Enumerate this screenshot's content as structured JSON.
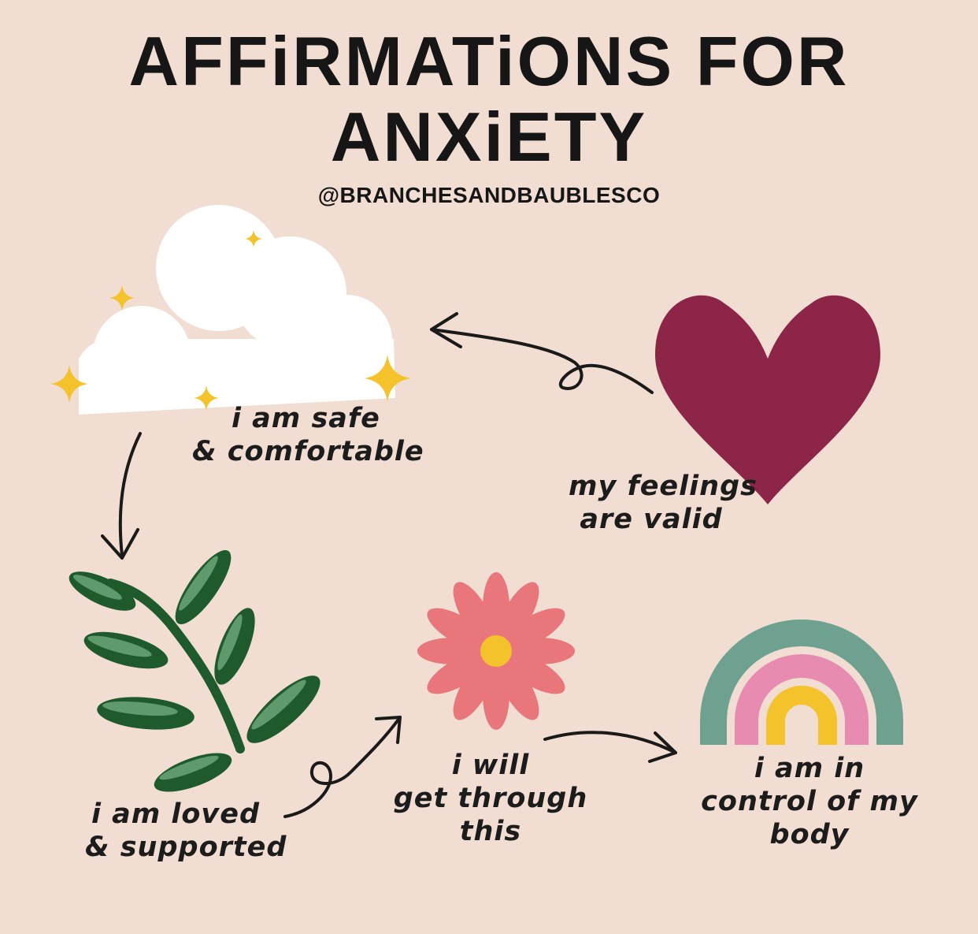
{
  "header": {
    "title_line1": "AFFiRMATiONS FOR",
    "title_line2": "ANXiETY",
    "handle": "@BRANCHESANDBAUBLESCO"
  },
  "affirmations": {
    "cloud": {
      "line1": "i am safe",
      "line2": "& comfortable"
    },
    "heart": {
      "line1": "my feelings",
      "line2": "are valid"
    },
    "leaf": {
      "line1": "i am loved",
      "line2": "& supported"
    },
    "flower": {
      "line1": "i will",
      "line2": "get through",
      "line3": "this"
    },
    "rainbow": {
      "line1": "i am in",
      "line2": "control of my",
      "line3": "body"
    }
  },
  "icons": [
    "cloud-icon",
    "star-icon",
    "heart-icon",
    "leaf-branch-icon",
    "flower-icon",
    "rainbow-icon",
    "arrow-icon"
  ],
  "colors": {
    "background": "#f1ddd1",
    "heart": "#8c2547",
    "leaf_dark": "#1f5a2c",
    "leaf_light": "#5f9a6c",
    "flower_petal": "#e8767a",
    "flower_center": "#f4c22a",
    "rainbow_outer": "#6fa190",
    "rainbow_middle": "#e88bb0",
    "rainbow_inner": "#f4c22a",
    "star": "#f4c22a"
  }
}
